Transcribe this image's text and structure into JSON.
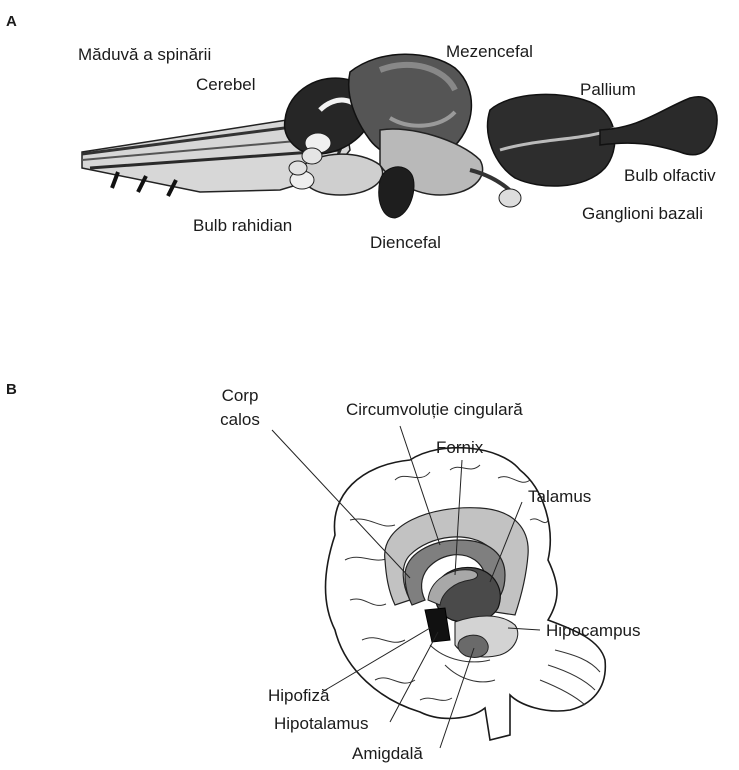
{
  "panel_a": {
    "letter": "A",
    "labels": {
      "spinal_cord": "Măduvă a spinării",
      "cerebellum": "Cerebel",
      "midbrain": "Mezencefal",
      "pallium": "Pallium",
      "olfactory_bulb": "Bulb olfactiv",
      "basal_ganglia": "Ganglioni bazali",
      "diencephalon": "Diencefal",
      "medulla": "Bulb rahidian"
    }
  },
  "panel_b": {
    "letter": "B",
    "labels": {
      "corpus_callosum_line1": "Corp",
      "corpus_callosum_line2": "calos",
      "cingulate_gyrus": "Circumvoluție cingulară",
      "fornix": "Fornix",
      "thalamus": "Talamus",
      "hippocampus": "Hipocampus",
      "pituitary": "Hipofiză",
      "hypothalamus": "Hipotalamus",
      "amygdala": "Amigdală"
    }
  },
  "colors": {
    "dark_gray": "#3a3a3a",
    "mid_gray": "#8d8d8d",
    "light_gray": "#bdbdbd",
    "black": "#111111"
  }
}
